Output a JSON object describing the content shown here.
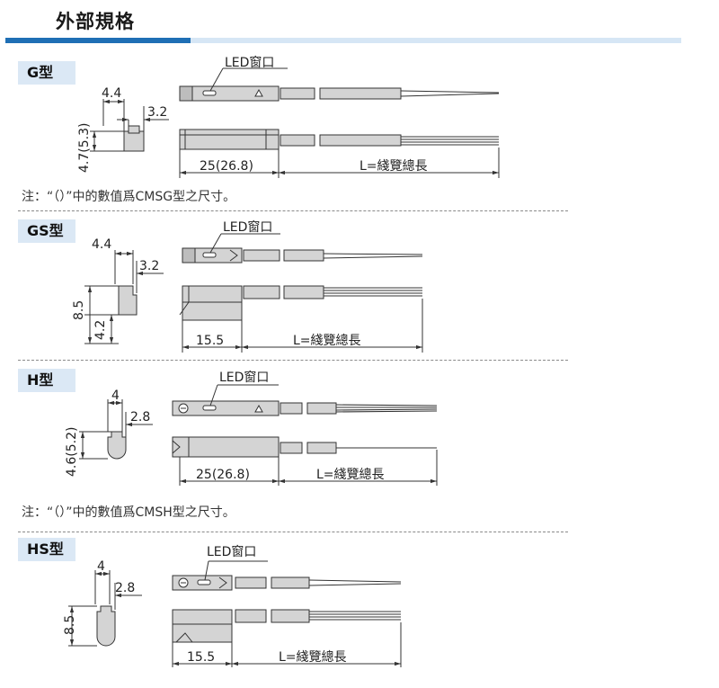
{
  "header": {
    "title": "外部規格"
  },
  "sections": [
    {
      "type_label": "G型",
      "led_label": "LED窗口",
      "dim_width": "4.4",
      "dim_depth": "3.2",
      "dim_height": "4.7(5.3)",
      "dim_body": "25(26.8)",
      "dim_lead": "L=綫覽總長",
      "note": "注：“（）”中的數值爲CMSG型之尺寸。"
    },
    {
      "type_label": "GS型",
      "led_label": "LED窗口",
      "dim_width": "4.4",
      "dim_depth": "3.2",
      "dim_height": "8.5",
      "dim_height2": "4.2",
      "dim_body": "15.5",
      "dim_lead": "L=綫覽總長"
    },
    {
      "type_label": "H型",
      "led_label": "LED窗口",
      "dim_width": "4",
      "dim_depth": "2.8",
      "dim_height": "4.6(5.2)",
      "dim_body": "25(26.8)",
      "dim_lead": "L=綫覽總長",
      "note": "注：“（）”中的數值爲CMSH型之尺寸。"
    },
    {
      "type_label": "HS型",
      "led_label": "LED窗口",
      "dim_width": "4",
      "dim_depth": "2.8",
      "dim_height": "8.5",
      "dim_body": "15.5",
      "dim_lead": "L=綫覽總長"
    }
  ],
  "colors": {
    "accent": "#1f6fb5",
    "tag_bg": "#dbe8f5",
    "body_fill": "#d4d4d4",
    "line": "#333333"
  }
}
